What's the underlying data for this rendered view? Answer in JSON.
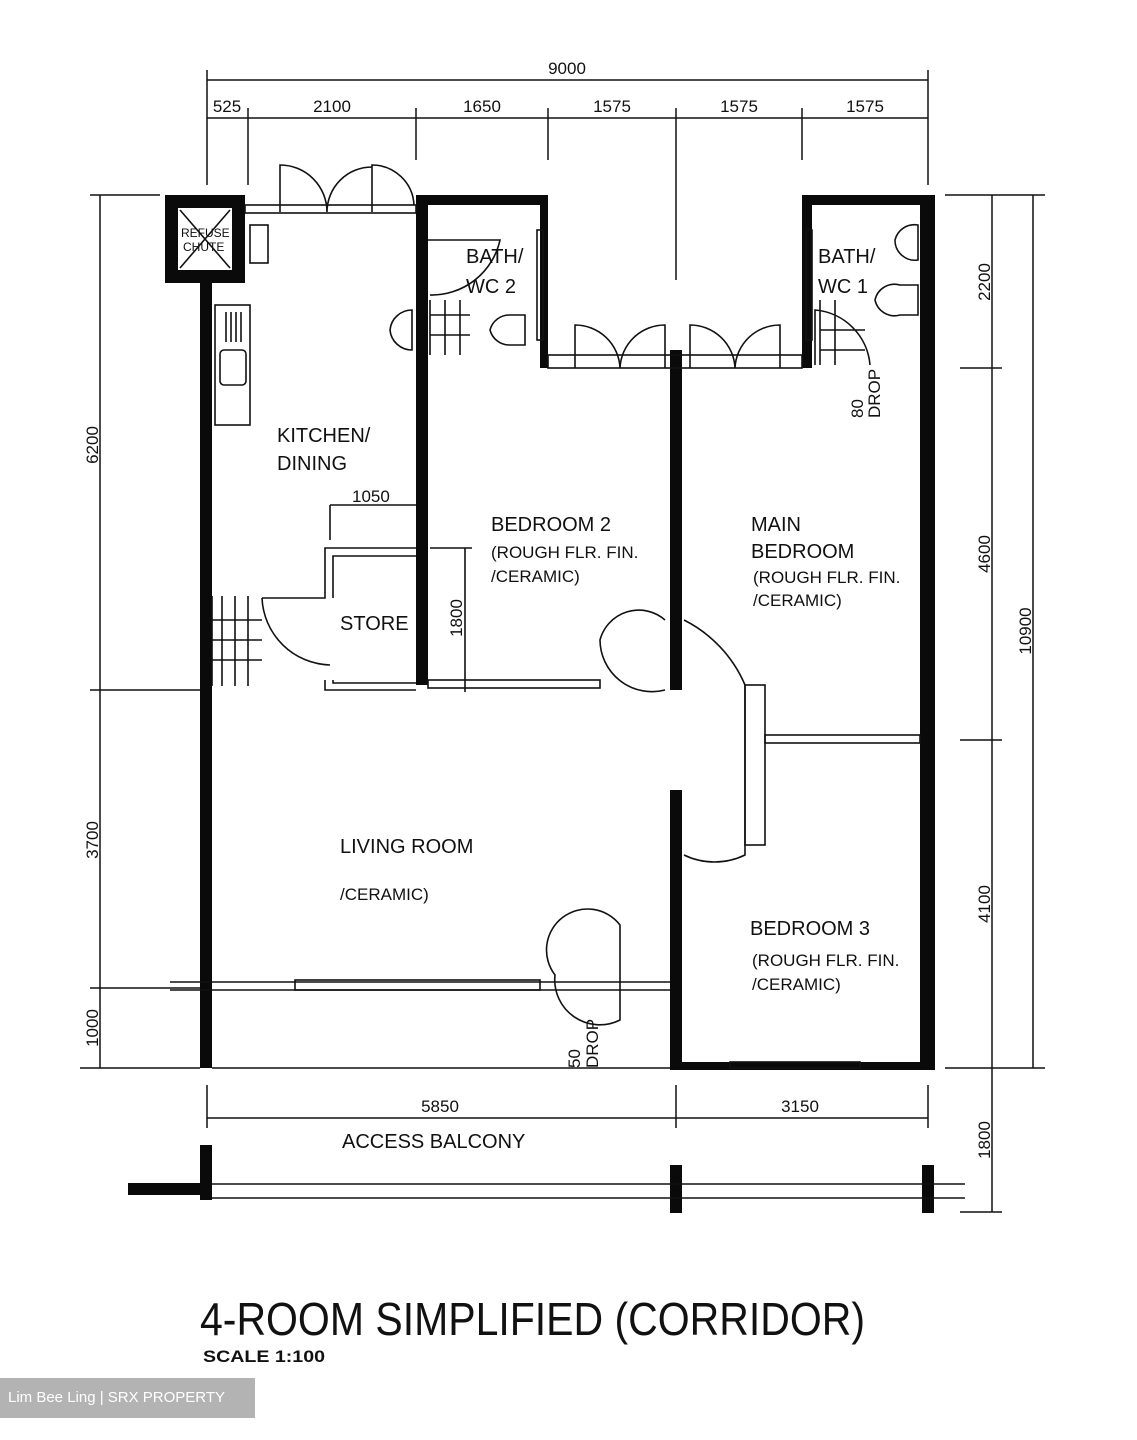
{
  "plan": {
    "title": "4-ROOM SIMPLIFIED (CORRIDOR)",
    "scale": "SCALE   1:100",
    "rooms": {
      "refuse_chute": [
        "REFUSE",
        "CHUTE"
      ],
      "bath_wc_2": [
        "BATH/",
        "WC  2"
      ],
      "bath_wc_1": [
        "BATH/",
        "WC  1"
      ],
      "kitchen": [
        "KITCHEN/",
        "DINING"
      ],
      "bedroom_2": [
        "BEDROOM  2",
        "(ROUGH FLR. FIN.",
        "/CERAMIC)"
      ],
      "main_bedroom": [
        "MAIN",
        "BEDROOM",
        "(ROUGH FLR. FIN.",
        "/CERAMIC)"
      ],
      "store": "STORE",
      "living_room": [
        "LIVING  ROOM",
        "/CERAMIC)"
      ],
      "bedroom_3": [
        "BEDROOM  3",
        "(ROUGH FLR. FIN.",
        "/CERAMIC)"
      ],
      "access_balcony": "ACCESS  BALCONY"
    },
    "drops": {
      "bath1": [
        "80",
        "DROP"
      ],
      "living": [
        "50",
        "DROP"
      ]
    },
    "dimensions": {
      "overall_width": "9000",
      "top": [
        "525",
        "2100",
        "1650",
        "1575",
        "1575",
        "1575"
      ],
      "left": [
        "6200",
        "3700",
        "1000"
      ],
      "right": [
        "2200",
        "4600",
        "4100",
        "1800"
      ],
      "overall_depth": "10900",
      "bottom": [
        "5850",
        "3150"
      ],
      "store_width": "1050",
      "store_depth": "1800"
    }
  },
  "watermark": "Lim Bee Ling | SRX PROPERTY"
}
